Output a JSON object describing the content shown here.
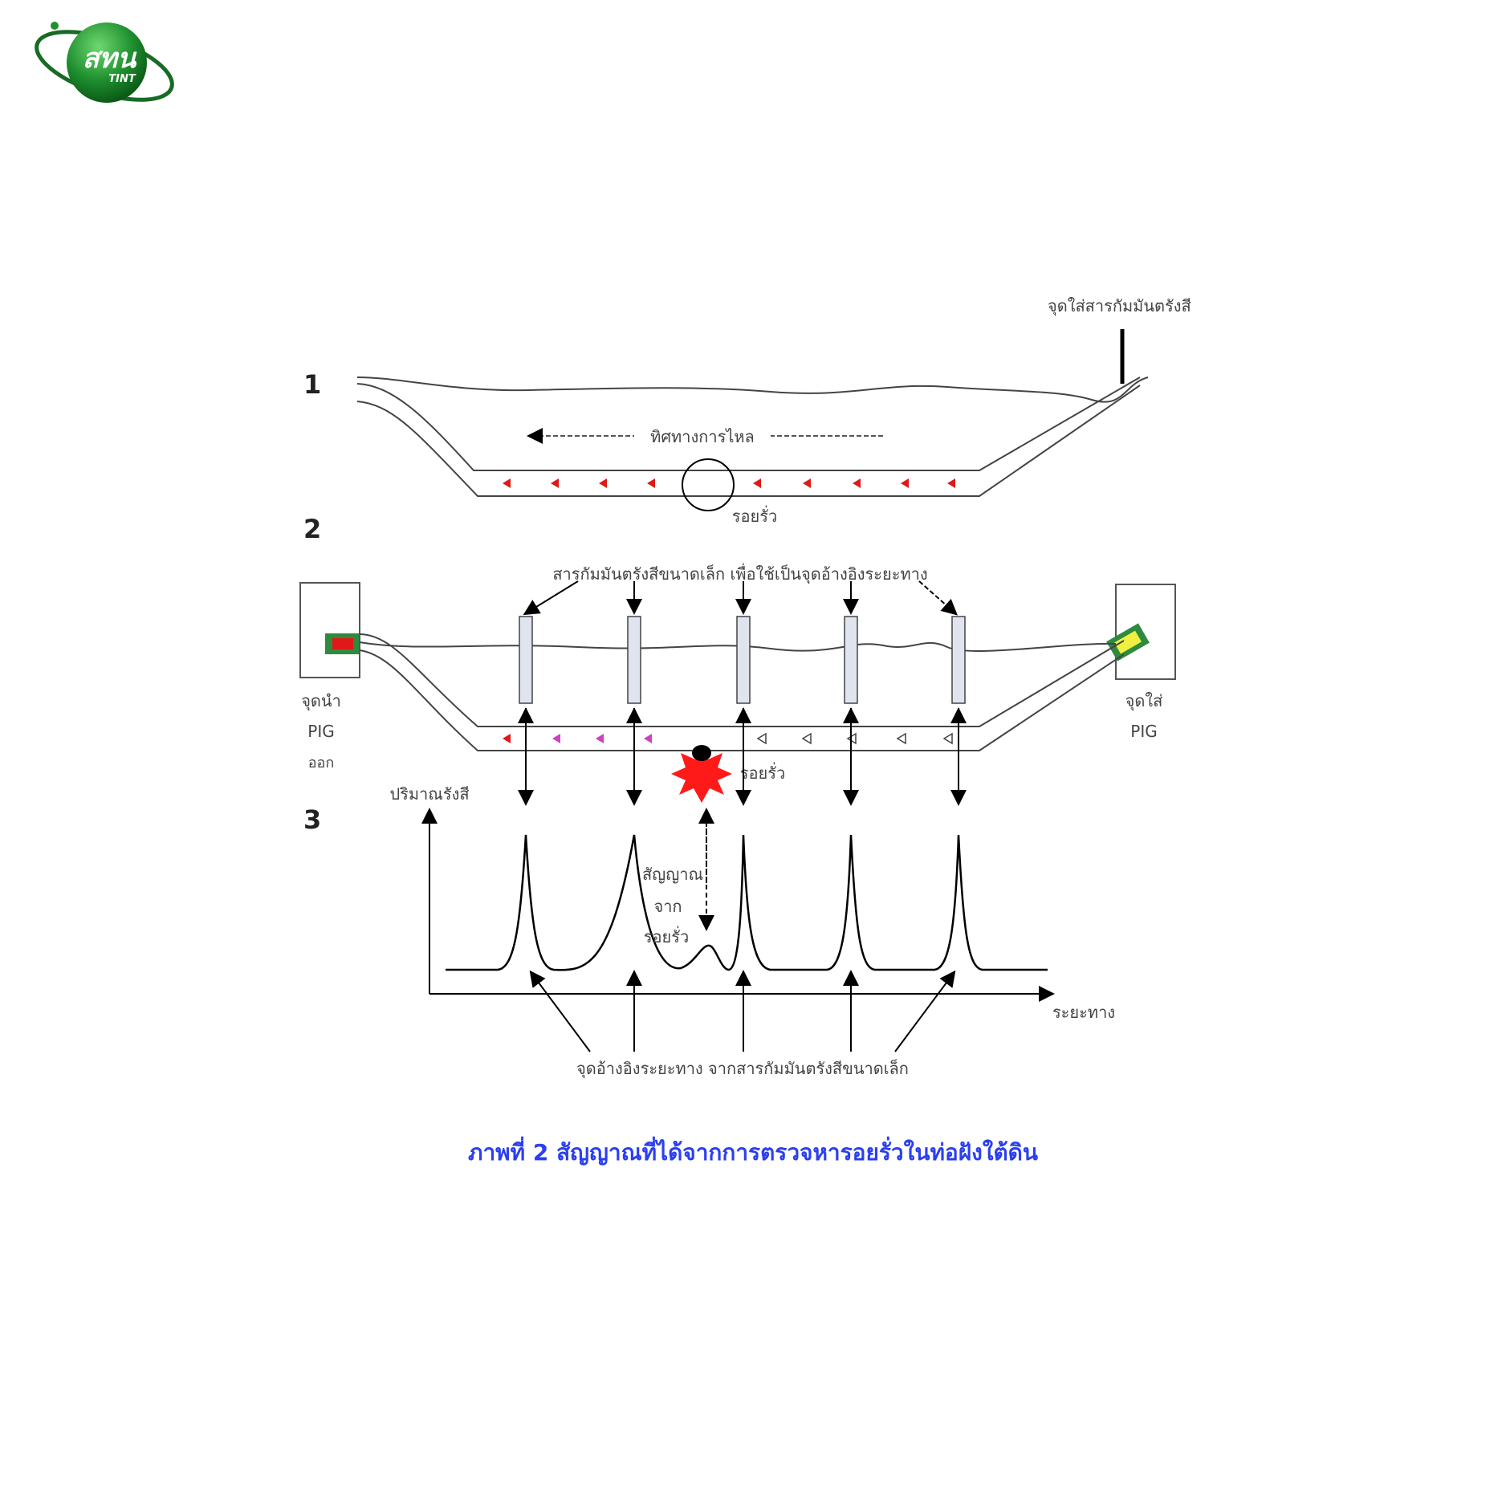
{
  "logo": {
    "name": "สทน",
    "subname": "TINT"
  },
  "diagram": {
    "section_numbers": [
      "1",
      "2",
      "3"
    ],
    "labels": {
      "tracer_injection_point": "จุดใส่สารกัมมันตรังสี",
      "flow_direction": "ทิศทางการไหล",
      "leak_point": "รอยรั่ว",
      "small_sources_marker": "สารกัมมันตรังสีขนาดเล็ก เพื่อใช้เป็นจุดอ้างอิงระยะทาง",
      "pig_receive_1": "จุดนำ",
      "pig_receive_2": "PIG",
      "pig_receive_3": "ออก",
      "pig_insert_1": "จุดใส่",
      "pig_insert_2": "PIG",
      "leak_point_2": "รอยรั่ว",
      "y_axis": "ปริมาณรังสี",
      "leak_signal_1": "สัญญาณ",
      "leak_signal_2": "จาก",
      "leak_signal_3": "รอยรั่ว",
      "x_axis": "ระยะทาง",
      "reference_points": "จุดอ้างอิงระยะทาง จากสารกัมมันตรังสีขนาดเล็ก"
    },
    "colors": {
      "tracer_marker": "#e01818",
      "dispersed_marker": "#d040c0",
      "leak": "#ff1a1a",
      "pig_green": "#2e8b3e",
      "pig_red": "#e01818",
      "pig_yellow": "#f0f040"
    }
  },
  "caption": "ภาพที่ 2 สัญญาณที่ได้จากการตรวจหารอยรั่วในท่อฝังใต้ดิน"
}
